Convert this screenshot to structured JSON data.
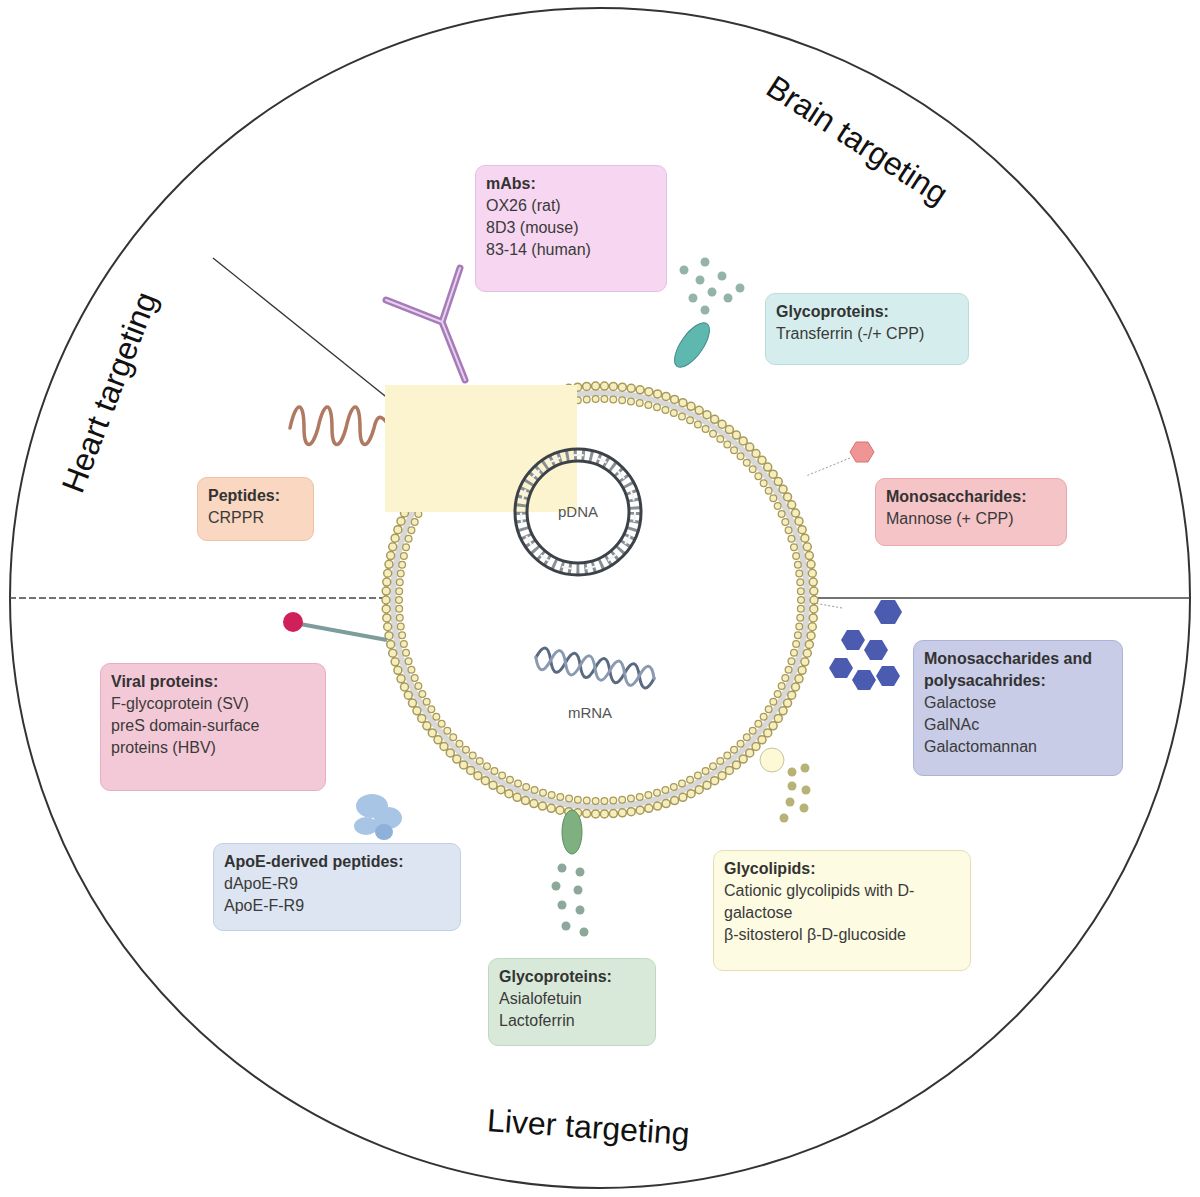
{
  "diagram": {
    "nodes": [
      {
        "text": [
          "mAbs:",
          "OX26 (rat)",
          "8D3 (mouse)",
          "83-14 (human)"
        ]
      },
      {
        "text": [
          "Glycoproteins:",
          "Transferrin (-/+ CPP)"
        ]
      },
      {
        "text": [
          "Peptides:",
          "CRPPR"
        ]
      },
      {
        "text": [
          "Monosaccharides:",
          "Mannose (+ CPP)"
        ]
      },
      {
        "text": [
          "pDNA",
          "mRNA"
        ]
      },
      {
        "text": [
          "Monosaccharides and polysacahrides:",
          "Galactose",
          "GalNAc",
          "Galactomannan"
        ]
      },
      {
        "text": [
          "Viral proteins:",
          "F-glycoprotein (SV)",
          "preS domain-surface proteins (HBV)"
        ]
      },
      {
        "text": [
          "ApoE-derived peptides:",
          "dApoE-R9",
          "ApoE-F-R9"
        ]
      },
      {
        "text": [
          "Glycolipids:",
          "Cationic glycolipids with D-galactose",
          "β-sitosterol β-D-glucoside"
        ]
      },
      {
        "text": [
          "Glycoproteins:",
          "Asialofetuin",
          "Lactoferrin"
        ]
      }
    ],
    "labels": [
      "Brain targeting",
      "Heart targeting",
      "Liver targeting"
    ]
  }
}
